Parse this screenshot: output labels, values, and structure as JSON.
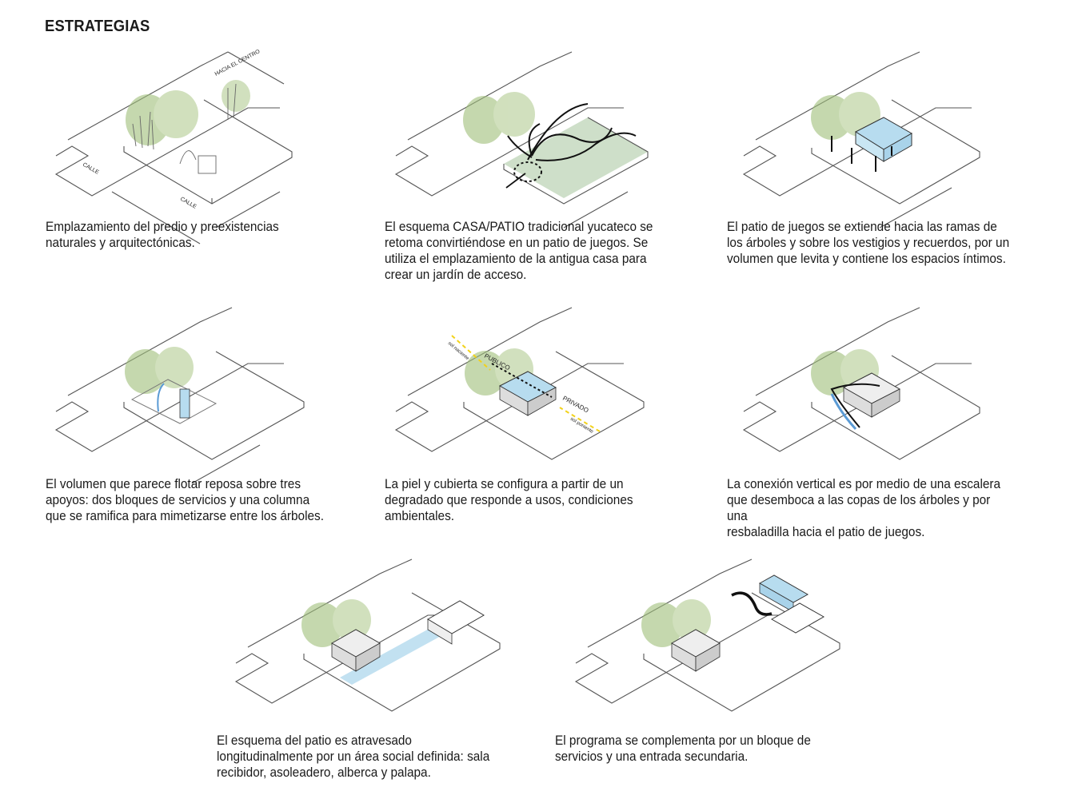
{
  "title": "ESTRATEGIAS",
  "colors": {
    "tree": "#9fbf7a",
    "volume": "#b7dcef",
    "patio": "#c9dcc3",
    "sun": "#f2d21a",
    "line": "#444444"
  },
  "panels": [
    {
      "caption": "Emplazamiento del predio y preexistencias\nnaturales y arquitectónicas.",
      "labels": {
        "centro": "HACIA EL CENTRO",
        "calle1": "CALLE",
        "calle2": "CALLE"
      }
    },
    {
      "caption": "El esquema CASA/PATIO tradicional yucateco se\nretoma convirtiéndose en un patio de juegos. Se\nutiliza el emplazamiento de la antigua casa para\ncrear un jardín de acceso."
    },
    {
      "caption": "El patio de juegos se extiende hacia las ramas de\nlos árboles y sobre los vestigios y recuerdos, por un\nvolumen que levita y contiene los espacios íntimos."
    },
    {
      "caption": "El volumen que parece flotar reposa sobre tres\napoyos: dos bloques de servicios y una columna\nque se ramifica para mimetizarse entre los árboles."
    },
    {
      "caption": "La piel y cubierta se configura a partir de un\ndegradado que responde a usos, condiciones\nambientales.",
      "labels": {
        "publico": "PUBLICO",
        "privado": "PRIVADO",
        "naciente": "sol naciente",
        "poniente": "sol poniente"
      }
    },
    {
      "caption": "La conexión vertical es por medio de una escalera\nque desemboca a las copas de los árboles y por una\nresbaladilla hacia el patio de juegos."
    },
    {
      "caption": "El esquema del patio es atravesado\nlongitudinalmente por un área social definida: sala\nrecibidor, asoleadero, alberca y palapa."
    },
    {
      "caption": "El programa se complementa por un bloque de\nservicios y una entrada secundaria."
    }
  ]
}
